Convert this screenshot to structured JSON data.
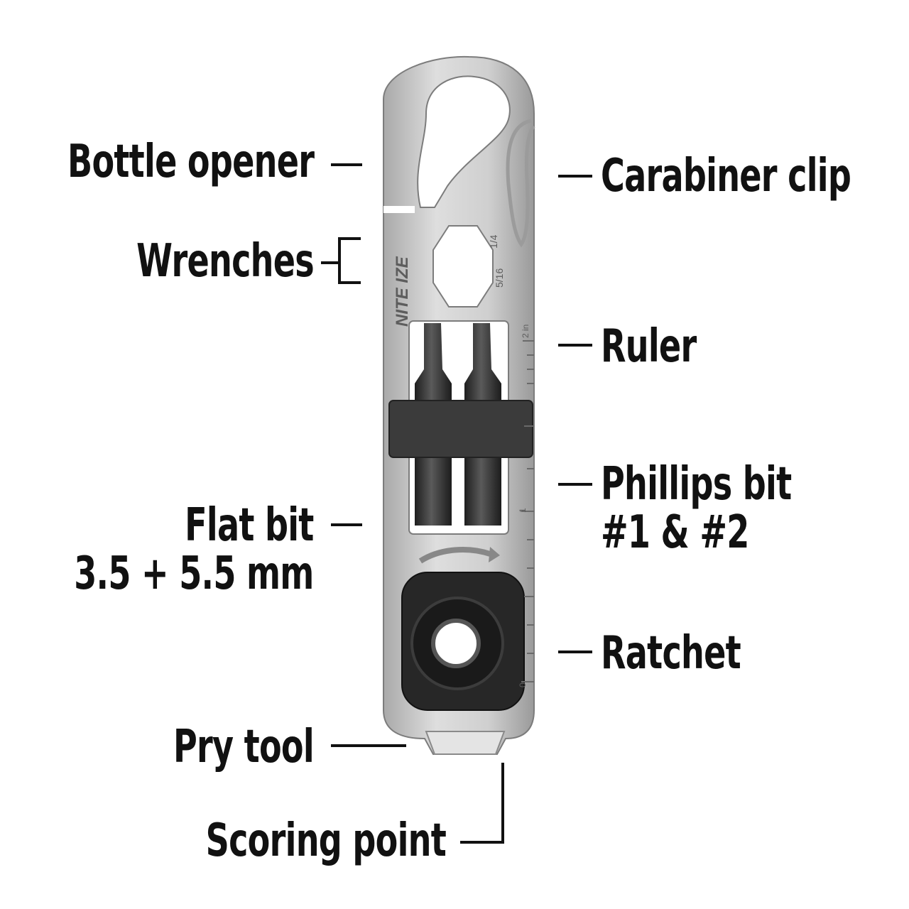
{
  "labels": {
    "bottle_opener": "Bottle opener",
    "carabiner_clip": "Carabiner clip",
    "wrenches": "Wrenches",
    "ruler": "Ruler",
    "phillips_bit_line1": "Phillips bit",
    "phillips_bit_line2": "#1 & #2",
    "flat_bit_line1": "Flat bit",
    "flat_bit_line2": "3.5 + 5.5 mm",
    "ratchet": "Ratchet",
    "pry_tool": "Pry tool",
    "scoring_point": "Scoring point"
  },
  "engravings": {
    "brand": "NITE IZE",
    "wrench_small": "1/4",
    "wrench_large": "5/16",
    "ruler_top": "2 in",
    "ruler_mid": "1",
    "ruler_zero": "0"
  },
  "colors": {
    "text": "#111111",
    "steel": "#c9c9c9",
    "steel_dark": "#8e8e8e",
    "bit": "#2a2a2a",
    "ratchet": "#262626"
  }
}
